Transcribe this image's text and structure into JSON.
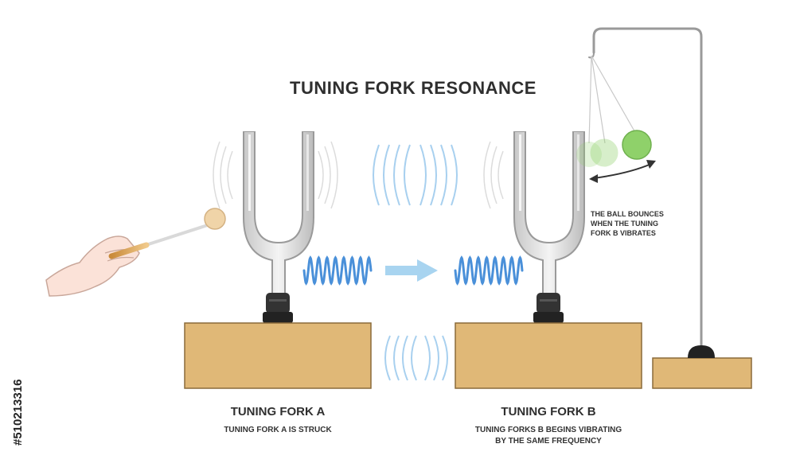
{
  "title": "TUNING FORK RESONANCE",
  "fork_a": {
    "label": "TUNING FORK A",
    "caption": "TUNING FORK A IS STRUCK"
  },
  "fork_b": {
    "label": "TUNING FORK B",
    "caption_line1": "TUNING FORKS B BEGINS VIBRATING",
    "caption_line2": "BY THE SAME FREQUENCY"
  },
  "ball_note": {
    "line1": "THE BALL BOUNCES",
    "line2": "WHEN THE TUNING",
    "line3": "FORK B VIBRATES"
  },
  "stock_id": "#510213316",
  "colors": {
    "wave_blue": "#4a90d9",
    "box_tan": "#e0b877",
    "box_edge": "#8a6a3a",
    "ball_green": "#8fd16a",
    "fork_silver": "#d9d9d9",
    "arrow_blue": "#a8d4f0"
  },
  "icons": [
    "hand-icon",
    "mallet-icon",
    "tuning-fork-icon",
    "sound-wave-icon",
    "arrow-right-icon",
    "pendulum-ball-icon"
  ]
}
